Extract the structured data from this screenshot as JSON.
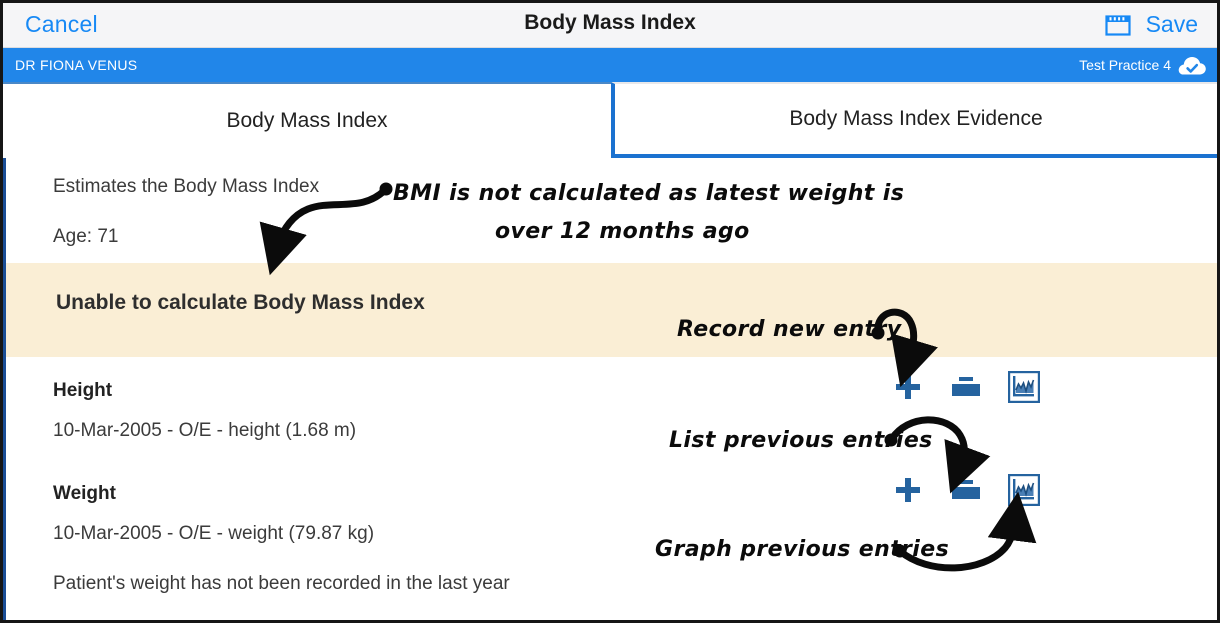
{
  "navbar": {
    "cancel_label": "Cancel",
    "title": "Body Mass Index",
    "save_label": "Save",
    "calendar_icon": "calendar-icon"
  },
  "practicebar": {
    "clinician": "DR FIONA VENUS",
    "practice": "Test Practice 4",
    "sync_icon": "cloud-check-icon"
  },
  "tabs": [
    {
      "label": "Body Mass Index",
      "active": true
    },
    {
      "label": "Body Mass Index Evidence",
      "active": false
    }
  ],
  "main": {
    "description": "Estimates the Body Mass Index",
    "age": "Age: 71",
    "alert": "Unable to calculate Body Mass Index",
    "sections": [
      {
        "title": "Height",
        "value": "10-Mar-2005 - O/E - height (1.68 m)",
        "actions": [
          "add-icon",
          "folder-icon",
          "graph-icon"
        ]
      },
      {
        "title": "Weight",
        "value": "10-Mar-2005 - O/E - weight (79.87 kg)",
        "actions": [
          "add-icon",
          "folder-icon",
          "graph-icon"
        ]
      }
    ],
    "note": "Patient's weight has not been recorded in the last year"
  },
  "annotations": [
    {
      "line1": "BMI is not calculated as latest weight is",
      "line2": "over 12 months ago"
    },
    {
      "text": "Record new entry"
    },
    {
      "text": "List previous entries"
    },
    {
      "text": "Graph previous entries"
    }
  ],
  "colors": {
    "accent_blue": "#1789f5",
    "practice_blue": "#2186e9",
    "tab_border": "#1b72d0",
    "alert_bg": "#faeed5",
    "icon_blue": "#25639f"
  }
}
